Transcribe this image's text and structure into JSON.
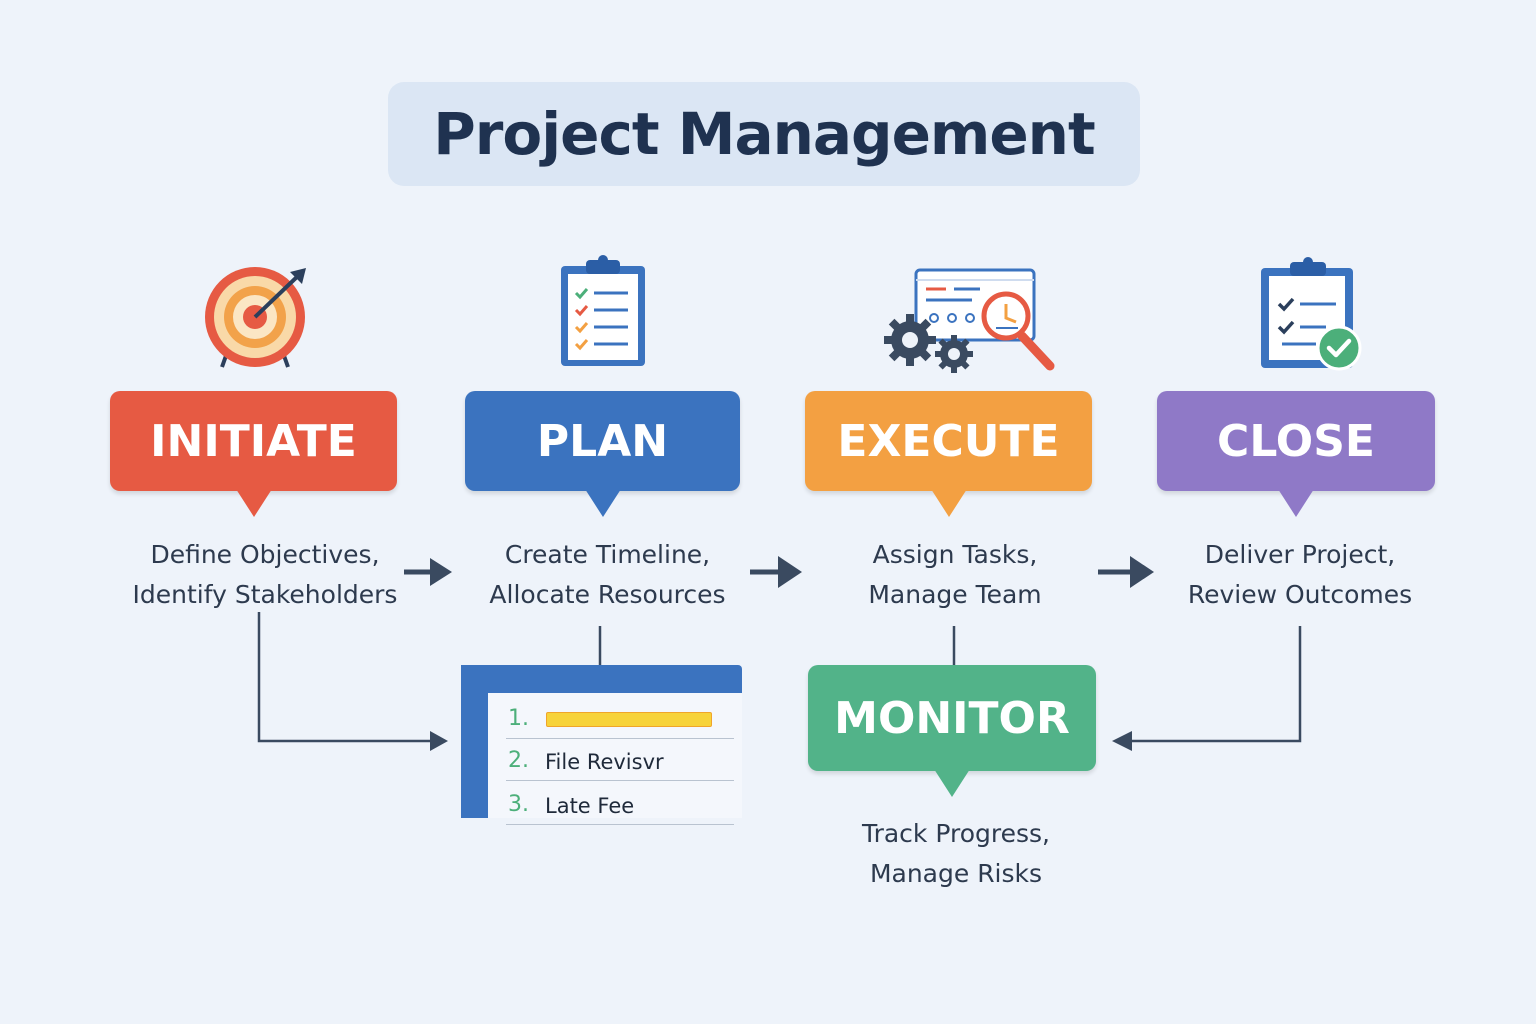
{
  "title": "Project Management",
  "phases": [
    {
      "label": "INITIATE",
      "color": "#e65a43",
      "icon": "target-arrow-icon",
      "lines": [
        "Define Objectives,",
        "Identify Stakeholders"
      ]
    },
    {
      "label": "PLAN",
      "color": "#3b73bf",
      "icon": "clipboard-checklist-icon",
      "lines": [
        "Create Timeline,",
        "Allocate Resources"
      ]
    },
    {
      "label": "EXECUTE",
      "color": "#f3a042",
      "icon": "gears-magnifier-dashboard-icon",
      "lines": [
        "Assign Tasks,",
        "Manage Team"
      ]
    },
    {
      "label": "CLOSE",
      "color": "#8f79c7",
      "icon": "clipboard-done-icon",
      "lines": [
        "Deliver Project,",
        "Review Outcomes"
      ]
    }
  ],
  "monitor": {
    "label": "MONITOR",
    "color": "#52b389",
    "lines": [
      "Track Progress,",
      "Manage Risks"
    ]
  },
  "plan_list": {
    "rows": [
      {
        "num": "1.",
        "text": ""
      },
      {
        "num": "2.",
        "text": "File Revisvr"
      },
      {
        "num": "3.",
        "text": "Late Fee"
      }
    ]
  },
  "colors": {
    "background": "#eef3fa",
    "connector": "#3a4a60",
    "title_text": "#1f3250"
  }
}
